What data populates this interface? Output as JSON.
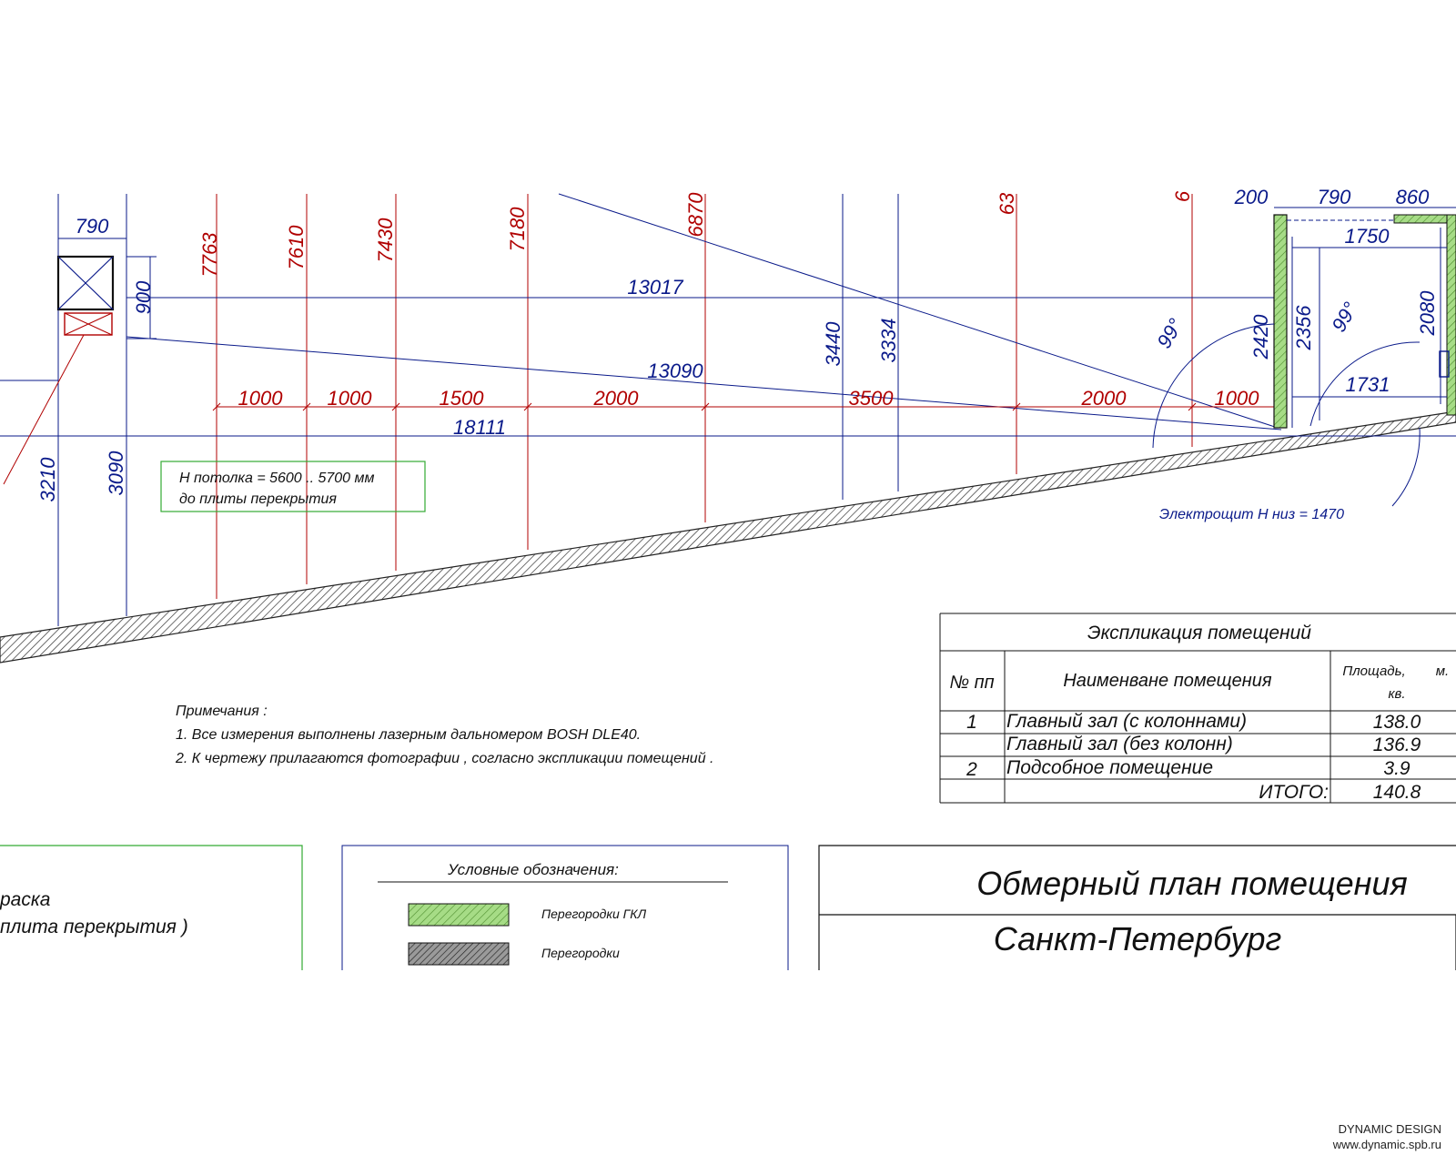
{
  "drawing": {
    "top_dims": [
      "790",
      "200",
      "790",
      "860"
    ],
    "side_dim": "900",
    "heights_red": [
      "7763",
      "7610",
      "7430",
      "7180",
      "6870",
      "63",
      "6"
    ],
    "heights_blue": [
      "3440",
      "3334",
      "3210",
      "3090"
    ],
    "diagonals": [
      "13017",
      "13090",
      "18111"
    ],
    "segments": [
      "1000",
      "1000",
      "1500",
      "2000",
      "3500",
      "2000",
      "1000"
    ],
    "room": {
      "w_top": "1750",
      "w_bottom": "1731",
      "h_left": "2420",
      "h_mid": "2356",
      "h_right": "2080"
    },
    "angles": [
      "99°",
      "99°"
    ],
    "ceiling_note": [
      "H потолка  = 5600 .. 5700 мм",
      "до плиты перекрытия"
    ],
    "panel_note": "Электрощит H низ  = 1470"
  },
  "notes": {
    "title": "Примечания :",
    "items": [
      "1. Все измерения выполнены лазерным дальномером    BOSH DLE40.",
      "2. К чертежу прилагаются фотографии , согласно экспликации помещений ."
    ]
  },
  "explication": {
    "title": "Экспликация помещений",
    "headers": {
      "num": "№ пп",
      "name": "Наименване помещения",
      "area_a": "Площадь,",
      "area_b": "м.",
      "area_c": "кв."
    },
    "rows": [
      {
        "num": "1",
        "name": "Главный зал (с колоннами)",
        "area": "138.0"
      },
      {
        "num": "",
        "name": "Главный зал (без колонн)",
        "area": "136.9"
      },
      {
        "num": "2",
        "name": "Подсобное помещение",
        "area": "3.9"
      }
    ],
    "total_label": "ИТОГО:",
    "total_value": "140.8"
  },
  "left_box": {
    "line1": "раска",
    "line2": "плита перекрытия )"
  },
  "legend": {
    "title": "Условные обозначения:",
    "items": [
      "Перегородки ГКЛ",
      "Перегородки"
    ],
    "colors": [
      "#8fcf6a",
      "#6a6a6a"
    ]
  },
  "title_block": {
    "title": "Обмерный план помещения",
    "city": "Санкт-Петербург"
  },
  "watermark": {
    "brand": "DYNAMIC DESIGN",
    "url": "www.dynamic.spb.ru"
  }
}
